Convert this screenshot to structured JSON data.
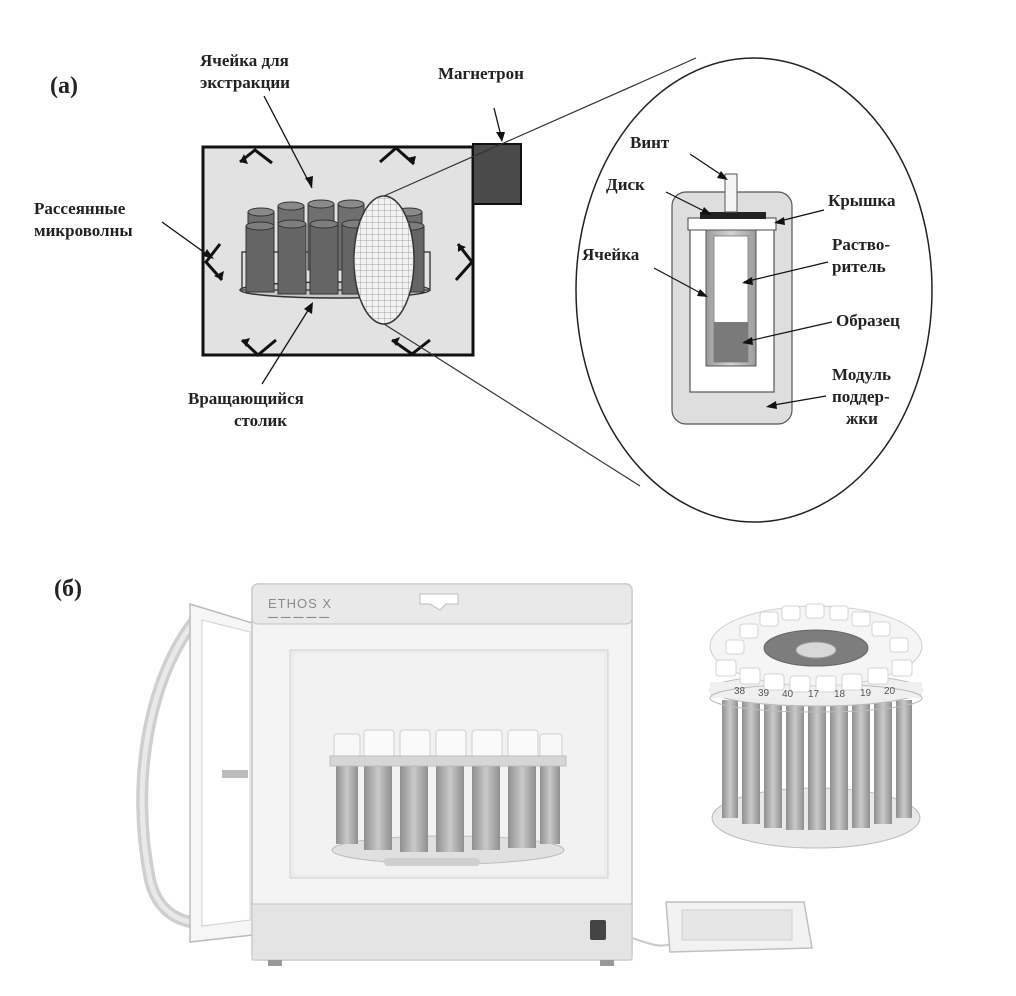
{
  "panel_a": {
    "label": "(а)",
    "labels": {
      "cell_extraction_line1": "Ячейка для",
      "cell_extraction_line2": "экстракции",
      "magnetron": "Магнетрон",
      "scattered_line1": "Рассеянные",
      "scattered_line2": "микроволны",
      "turntable_line1": "Вращающийся",
      "turntable_line2": "столик"
    },
    "detail": {
      "screw": "Винт",
      "disk": "Диск",
      "lid": "Крышка",
      "cell": "Ячейка",
      "solvent_line1": "Раство-",
      "solvent_line2": "ритель",
      "sample": "Образец",
      "module_line1": "Модуль",
      "module_line2": "поддер-",
      "module_line3": "жки"
    }
  },
  "panel_b": {
    "label": "(б)",
    "brand": "ETHOS X",
    "rotor_numbers": [
      "38",
      "39",
      "40",
      "17",
      "18",
      "19",
      "20"
    ]
  },
  "colors": {
    "chamber_fill": "#e2e2e2",
    "vessel_fill": "#6f6f6f",
    "sample_fill": "#7a7a7a",
    "magnetron_fill": "#4a4a4a",
    "oven_body": "#f4f4f4"
  }
}
